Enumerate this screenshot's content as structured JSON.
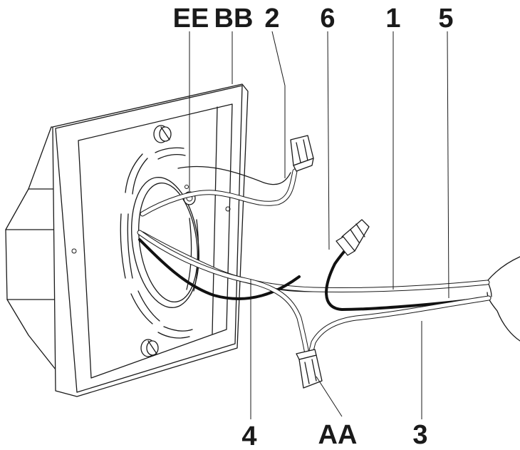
{
  "callouts": {
    "ee": "EE",
    "bb": "BB",
    "n2": "2",
    "n6": "6",
    "n1": "1",
    "n5": "5",
    "n4": "4",
    "aa": "AA",
    "n3": "3"
  }
}
